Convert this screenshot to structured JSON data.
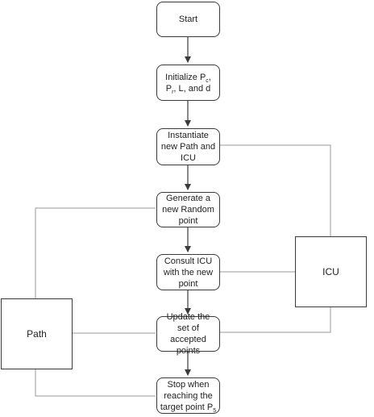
{
  "nodes": {
    "start": "Start",
    "init": {
      "before": "Initialize P",
      "sub1": "c",
      "mid": ", P",
      "sub2": "r",
      "after": ", L, and d"
    },
    "instantiate": "Instantiate new Path and ICU",
    "generate": "Generate a new Random point",
    "consult": "Consult ICU with the new point",
    "update": "Update the set of accepted points",
    "stop": {
      "before": "Stop when reaching the target point P",
      "sub": "5"
    },
    "icu": "ICU",
    "path": "Path"
  },
  "colors": {
    "line": "#9a9a9a",
    "arrow": "#3a3a3a",
    "border": "#3a3a3a"
  }
}
